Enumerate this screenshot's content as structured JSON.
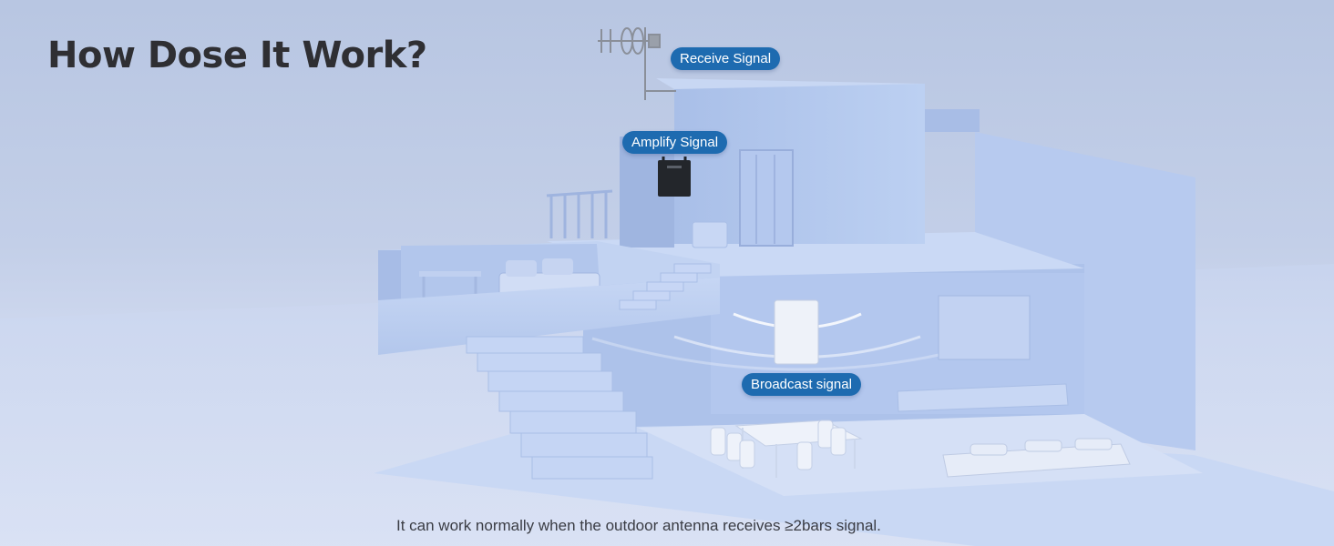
{
  "heading": "How Dose It Work?",
  "labels": {
    "receive": "Receive Signal",
    "amplify": "Amplify Signal",
    "broadcast": "Broadcast signal"
  },
  "footnote": "It can work normally when the outdoor antenna receives ≥2bars signal.",
  "colors": {
    "pill": "#1e6bb0",
    "house": "#b4c8ec",
    "background": "#c3cfe8"
  },
  "icons": [
    "yagi-antenna-icon",
    "signal-booster-icon",
    "panel-antenna-icon"
  ]
}
